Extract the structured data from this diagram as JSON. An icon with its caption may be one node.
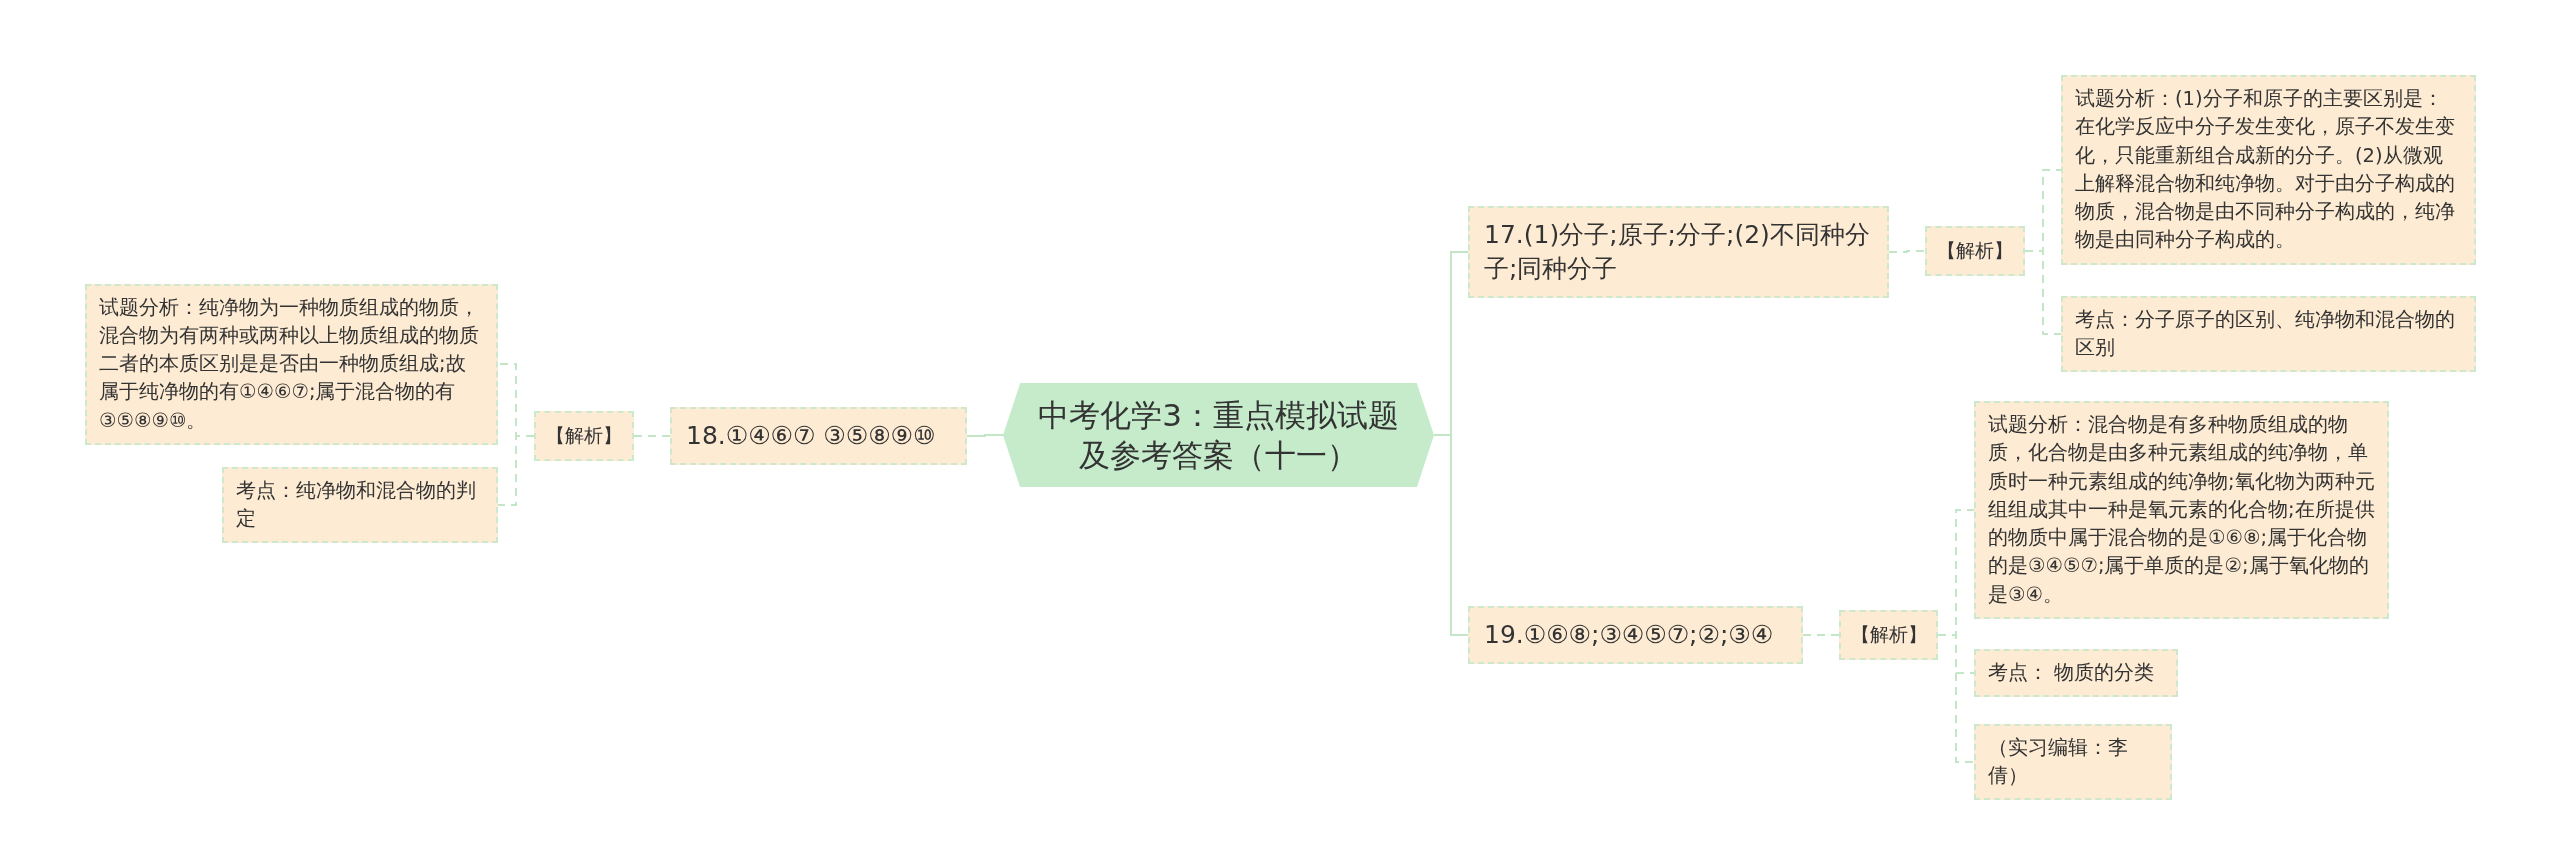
{
  "diagram": {
    "nodes": [
      {
        "text": [
          "中考化学3：重点模拟试题及参考答案（十一）"
        ]
      },
      {
        "text": [
          "17.(1)分子;原子;分子;(2)不同种分子;同种分子"
        ]
      },
      {
        "text": [
          "【解析】"
        ]
      },
      {
        "text": [
          "试题分析：(1)分子和原子的主要区别是：在化学反应中分子发生变化，原子不发生变化，只能重新组合成新的分子。(2)从微观上解释混合物和纯净物。对于由分子构成的物质，混合物是由不同种分子构成的，纯净物是由同种分子构成的。"
        ]
      },
      {
        "text": [
          "考点：分子原子的区别、纯净物和混合物的区别"
        ]
      },
      {
        "text": [
          "18.①④⑥⑦ ③⑤⑧⑨⑩"
        ]
      },
      {
        "text": [
          "【解析】"
        ]
      },
      {
        "text": [
          "试题分析：纯净物为一种物质组成的物质，混合物为有两种或两种以上物质组成的物质二者的本质区别是是否由一种物质组成;故属于纯净物的有①④⑥⑦;属于混合物的有③⑤⑧⑨⑩。"
        ]
      },
      {
        "text": [
          "考点：纯净物和混合物的判定"
        ]
      },
      {
        "text": [
          "19.①⑥⑧;③④⑤⑦;②;③④"
        ]
      },
      {
        "text": [
          "【解析】"
        ]
      },
      {
        "text": [
          "试题分析：混合物是有多种物质组成的物质，化合物是由多种元素组成的纯净物，单质时一种元素组成的纯净物;氧化物为两种元组组成其中一种是氧元素的化合物;在所提供的物质中属于混合物的是①⑥⑧;属于化合物的是③④⑤⑦;属于单质的是②;属于氧化物的是③④。"
        ]
      },
      {
        "text": [
          "考点： 物质的分类"
        ]
      },
      {
        "text": [
          "（实习编辑：李倩）"
        ]
      }
    ],
    "edges": [
      {
        "from": 0,
        "to": 1,
        "arrow": "none"
      },
      {
        "from": 1,
        "to": 2,
        "arrow": "none",
        "style": "dashed"
      },
      {
        "from": 2,
        "to": 3,
        "arrow": "none",
        "style": "dashed"
      },
      {
        "from": 2,
        "to": 4,
        "arrow": "none",
        "style": "dashed"
      },
      {
        "from": 0,
        "to": 5,
        "arrow": "none"
      },
      {
        "from": 5,
        "to": 6,
        "arrow": "none",
        "style": "dashed"
      },
      {
        "from": 6,
        "to": 7,
        "arrow": "none",
        "style": "dashed"
      },
      {
        "from": 6,
        "to": 8,
        "arrow": "none",
        "style": "dashed"
      },
      {
        "from": 0,
        "to": 9,
        "arrow": "none"
      },
      {
        "from": 9,
        "to": 10,
        "arrow": "none",
        "style": "dashed"
      },
      {
        "from": 10,
        "to": 11,
        "arrow": "none",
        "style": "dashed"
      },
      {
        "from": 10,
        "to": 12,
        "arrow": "none",
        "style": "dashed"
      },
      {
        "from": 10,
        "to": 13,
        "arrow": "none",
        "style": "dashed"
      }
    ]
  }
}
